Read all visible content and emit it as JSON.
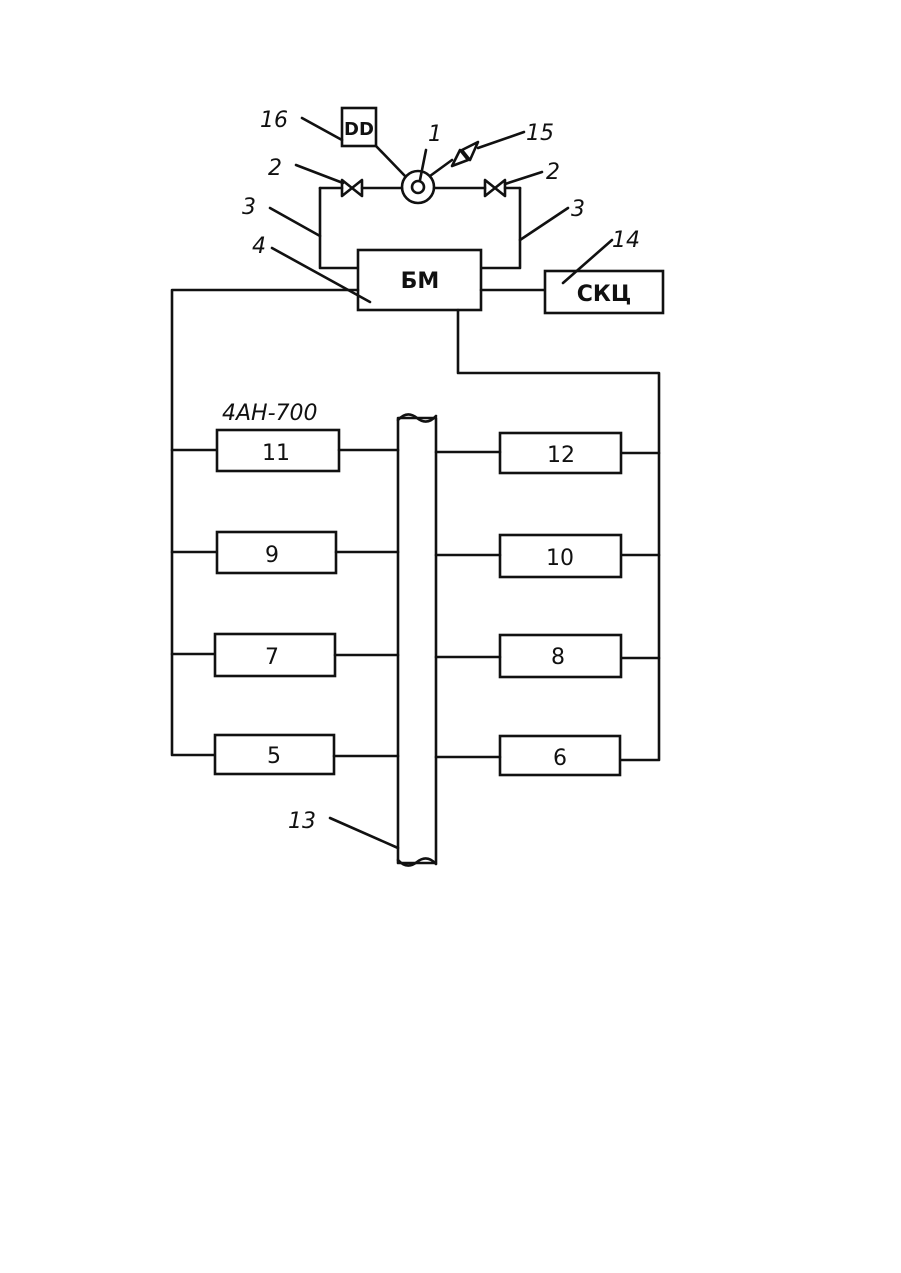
{
  "diagram": {
    "blocks": {
      "dd": "DD",
      "bm": "БМ",
      "skc": "СКЦ",
      "b11": "11",
      "b12": "12",
      "b9": "9",
      "b10": "10",
      "b7": "7",
      "b8": "8",
      "b5": "5",
      "b6": "6"
    },
    "labels": {
      "l16": "16",
      "l1": "1",
      "l15": "15",
      "l2_left": "2",
      "l2_right": "2",
      "l3_left": "3",
      "l3_right": "3",
      "l4": "4",
      "l14": "14",
      "l13": "13",
      "model": "4АН-700"
    }
  }
}
